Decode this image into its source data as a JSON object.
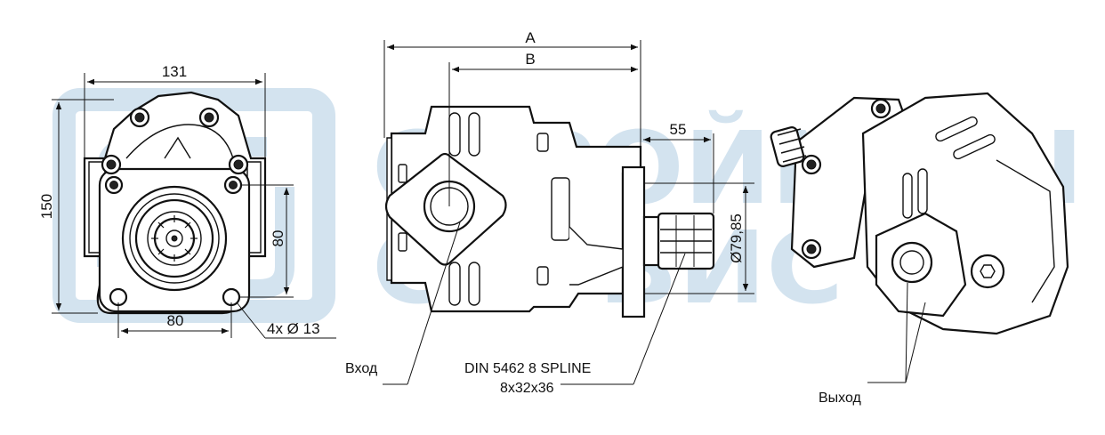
{
  "colors": {
    "line": "#111111",
    "watermark": "#cfe0ee"
  },
  "watermark": {
    "line1": "СТРОЙМАШ",
    "line2": "СЕРВИС"
  },
  "front_view": {
    "width_dim": "131",
    "height_dim": "150",
    "mount_height_dim": "80",
    "hole_spacing_dim": "80",
    "holes_label": "4x Ø 13"
  },
  "side_view": {
    "dim_a": "A",
    "dim_b": "B",
    "shaft_length_dim": "55",
    "shaft_diameter_dim": "Ø79,85",
    "inlet_label": "Вход",
    "spline_label_line1": "DIN 5462 8 SPLINE",
    "spline_label_line2": "8x32x36"
  },
  "iso_view": {
    "outlet_label": "Выход"
  }
}
